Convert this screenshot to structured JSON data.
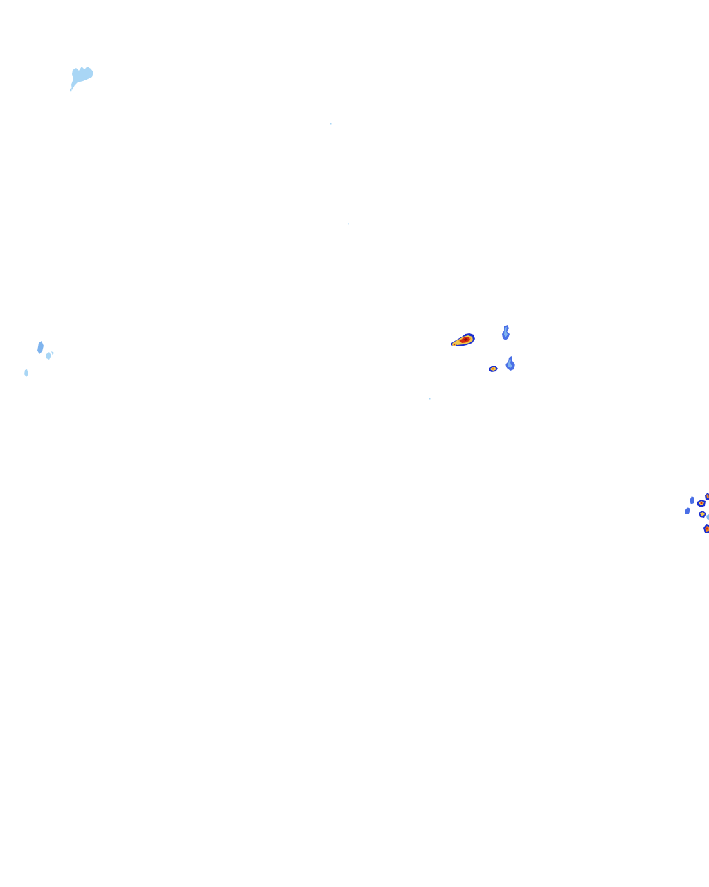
{
  "map": {
    "type": "weather-radar-precipitation-overlay",
    "background_color": "#ffffff",
    "intensity_colors": {
      "very_light": "#a9d6f5",
      "light": "#7fb4ee",
      "moderate": "#4a6fe6",
      "medium": "#1c2fd0",
      "heavy": "#f3c84b",
      "very_heavy": "#f08a1e",
      "intense": "#d42a12",
      "extreme": "#8a0b0b"
    },
    "echo_cells": [
      {
        "name": "echo-cell-northwest",
        "intensity": "very_light"
      },
      {
        "name": "echo-cell-west",
        "intensity": "light"
      },
      {
        "name": "echo-cell-central-storm",
        "intensity": "intense"
      },
      {
        "name": "echo-cell-central-north",
        "intensity": "moderate"
      },
      {
        "name": "echo-cell-central-south",
        "intensity": "heavy"
      },
      {
        "name": "echo-cell-central-east",
        "intensity": "moderate"
      },
      {
        "name": "echo-cell-east-cluster",
        "intensity": "very_heavy"
      }
    ]
  }
}
